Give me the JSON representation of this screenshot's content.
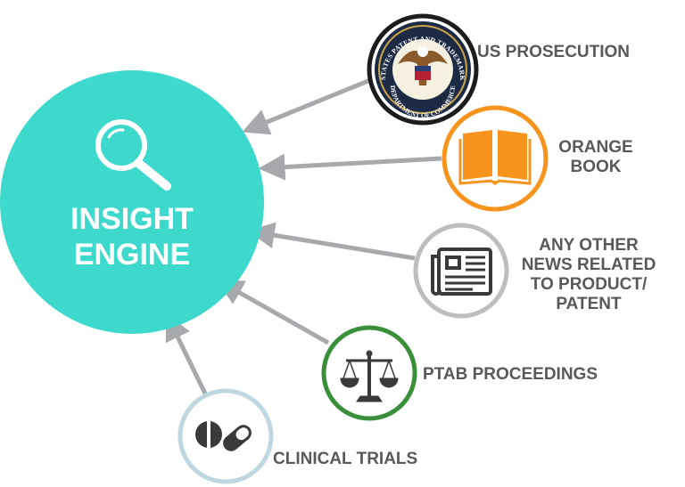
{
  "hub": {
    "title": "INSIGHT\nENGINE",
    "icon": "magnifier-icon",
    "color": "#3dd9cd"
  },
  "sources": [
    {
      "label": "US PROSECUTION",
      "icon": "uspto-seal-icon",
      "seal_text_top": "UNITED STATES PATENT AND TRADEMARK OFFICE",
      "seal_text_bottom": "DEPARTMENT OF COMMERCE",
      "color": "#1c1c1c"
    },
    {
      "label": "ORANGE\nBOOK",
      "icon": "open-book-icon",
      "color": "#f7941d"
    },
    {
      "label": "ANY OTHER\nNEWS RELATED\nTO PRODUCT/\nPATENT",
      "icon": "newspaper-icon",
      "color": "#bcbec0"
    },
    {
      "label": "PTAB PROCEEDINGS",
      "icon": "scales-icon",
      "color": "#3a8f3a"
    },
    {
      "label": "CLINICAL TRIALS",
      "icon": "pills-icon",
      "color": "#bfd7e0"
    }
  ],
  "arrow_color": "#a7a9ac"
}
